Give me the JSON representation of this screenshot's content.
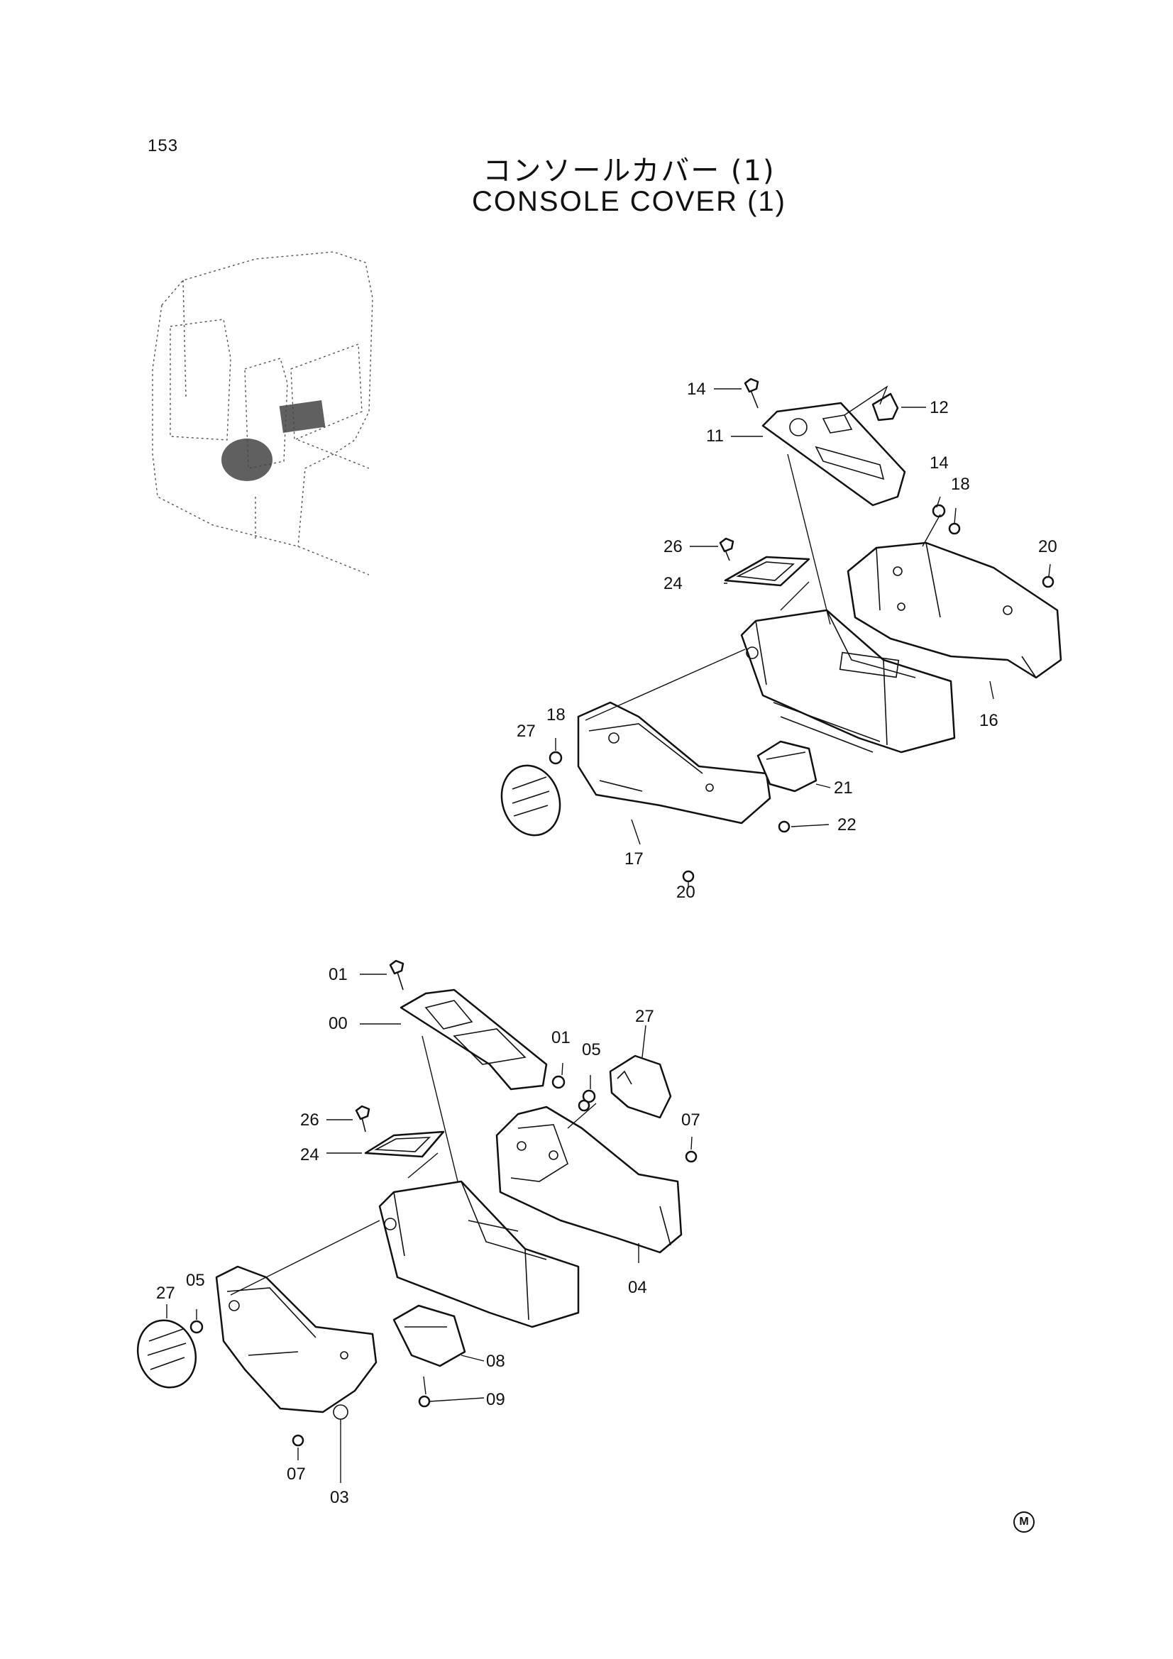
{
  "page": {
    "number": "153"
  },
  "title": {
    "japanese": "コンソールカバー (1)",
    "english": "CONSOLE COVER (1)"
  },
  "diagram_upper": {
    "labels": [
      "14",
      "12",
      "11",
      "14",
      "18",
      "26",
      "20",
      "24",
      "16",
      "27",
      "18",
      "21",
      "22",
      "17",
      "20"
    ]
  },
  "diagram_lower": {
    "labels": [
      "01",
      "00",
      "01",
      "05",
      "27",
      "26",
      "07",
      "24",
      "04",
      "27",
      "05",
      "08",
      "09",
      "07",
      "03"
    ]
  },
  "footer": {
    "mark": "M"
  }
}
